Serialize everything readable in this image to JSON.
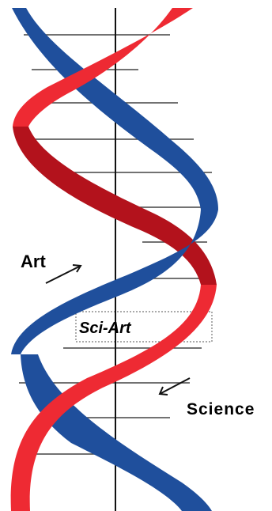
{
  "labels": {
    "art": "Art",
    "sci_art": "Sci-Art",
    "science": "Science"
  },
  "colors": {
    "strand_red": "#ee2a33",
    "strand_red_shadow": "#b3121c",
    "strand_blue": "#1f4f9c",
    "strand_blue_shadow": "#123a7a",
    "rungs": "#444444",
    "axis": "#111111"
  }
}
